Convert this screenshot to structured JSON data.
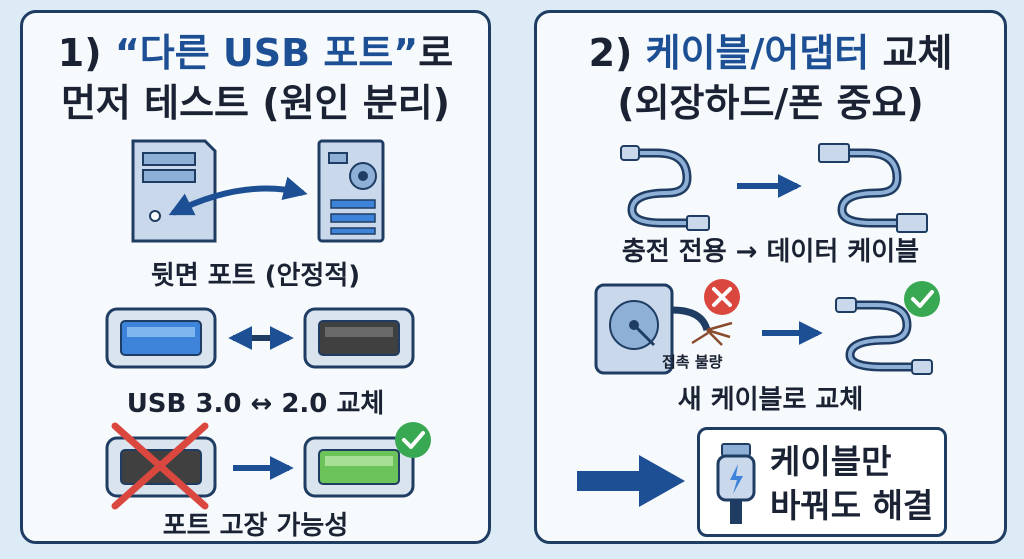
{
  "panel1": {
    "title_line1_prefix": "1) ",
    "title_line1_accent": "“다른 USB 포트”",
    "title_line1_suffix": "로",
    "title_line2": "먼저 테스트 (원인 분리)",
    "step1_caption": "뒷면 포트 (안정적)",
    "step2_caption": "USB 3.0 ↔ 2.0 교체",
    "step3_caption": "포트 고장 가능성"
  },
  "panel2": {
    "title_line1_prefix": "2) ",
    "title_line1_accent": "케이블/어댑터",
    "title_line1_suffix": " 교체",
    "title_line2": "(외장하드/폰 중요)",
    "step1_caption": "충전 전용 → 데이터 케이블",
    "poor_contact_label": "접촉 불량",
    "step2_caption": "새 케이블로 교체",
    "callout_line1": "케이블만",
    "callout_line2": "바꿔도 해결"
  },
  "colors": {
    "navy": "#1f3c63",
    "accent_blue": "#1d4f94",
    "usb3_blue": "#3d83d9",
    "usb_black": "#404040",
    "port_green": "#6cc35a",
    "error_red": "#d9473f",
    "ok_green": "#39a852"
  }
}
